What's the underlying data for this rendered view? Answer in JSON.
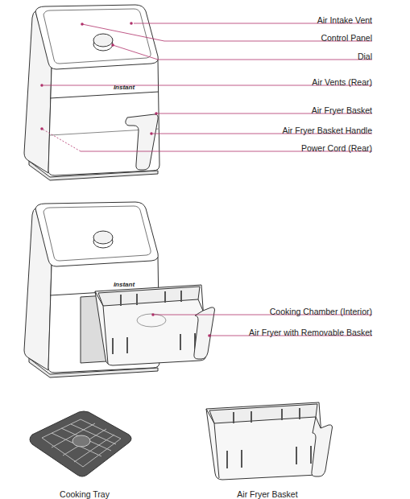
{
  "diagram": {
    "labels": [
      "Air Intake Vent",
      "Control Panel",
      "Dial",
      "Air Vents (Rear)",
      "Instant",
      "Air Fryer Basket",
      "Air Fryer Basket Handle",
      "Power Cord (Rear)",
      "Instant",
      "Cooking Chamber (Interior)",
      "Air Fryer with Removable Basket",
      "Cooking Tray",
      "Air Fryer Basket"
    ]
  }
}
